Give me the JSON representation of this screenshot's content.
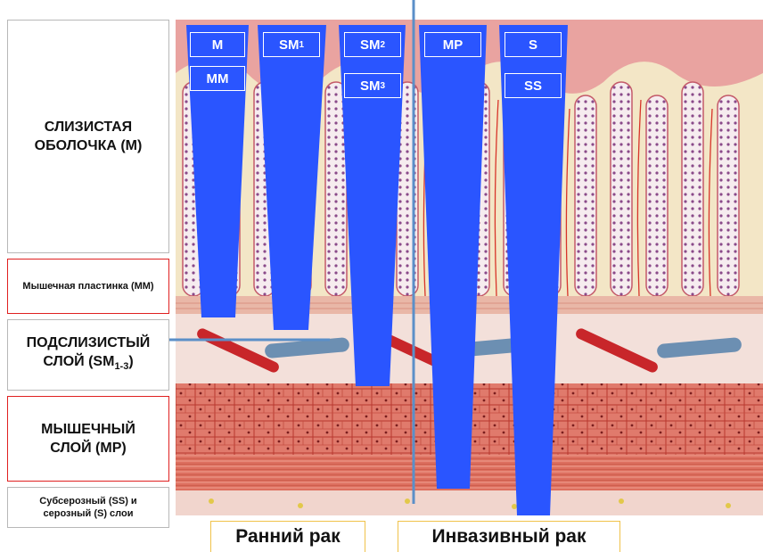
{
  "left_labels": {
    "mucosa": "СЛИЗИСТАЯ ОБОЛОЧКА (М)",
    "muscularis_mucosae": "Мышечная пластинка (ММ)",
    "submucosa_main": "ПОДСЛИЗИСТЫЙ СЛОЙ (SM",
    "submucosa_sub": "1-3",
    "submucosa_end": ")",
    "muscularis_propria": "МЫШЕЧНЫЙ СЛОЙ (МР)",
    "serosa": "Субсерозный (SS) и серозный (S) слои"
  },
  "depth_tags": {
    "m": "M",
    "mm": "MM",
    "sm1": "SM",
    "sm1_sub": "1",
    "sm2": "SM",
    "sm2_sub": "2",
    "sm3": "SM",
    "sm3_sub": "3",
    "mp": "MP",
    "s": "S",
    "ss": "SS"
  },
  "captions": {
    "early": "Ранний рак",
    "invasive": "Инвазивный рак"
  },
  "colors": {
    "wedge_blue": "#2a55ff",
    "divider_line": "#5b8fc8",
    "mucosa_cream": "#f3e6c6",
    "villus_pink": "#e9a3a0",
    "muscle_red": "#d24a3e",
    "muscle_light": "#e98a7a",
    "submucosa_pale": "#f3e0da"
  }
}
